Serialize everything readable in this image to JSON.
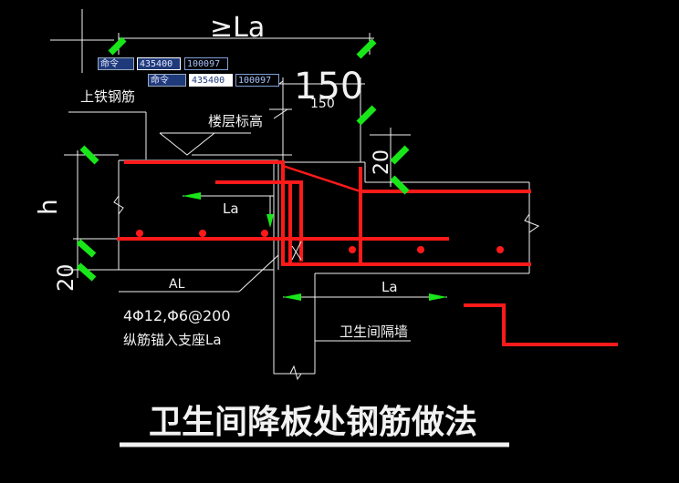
{
  "labels": {
    "ge_la": "≥La",
    "dim_150_large": "150",
    "dim_150_small": "150",
    "top_rebar": "上铁钢筋",
    "floor_elevation": "楼层标高",
    "h": "h",
    "dim_20_right": "20",
    "dim_20_left": "20",
    "la_left": "La",
    "al": "AL",
    "rebar_spec": "4Φ12,Φ6@200",
    "anchor_note": "纵筋锚入支座La",
    "la_bottom": "La",
    "partition_wall": "卫生间隔墙",
    "title": "卫生间降板处钢筋做法"
  },
  "toolbar": {
    "row1": {
      "label": "命令",
      "value": "435400",
      "value2": "100097"
    },
    "row2": {
      "label": "命令",
      "value": "435400",
      "value2": "100097"
    }
  },
  "colors": {
    "background": "#000000",
    "lines": "#f2f2f2",
    "rebar": "#ff1a1a",
    "grips": "#19e619",
    "toolbar_bg": "#1f3a7a"
  }
}
